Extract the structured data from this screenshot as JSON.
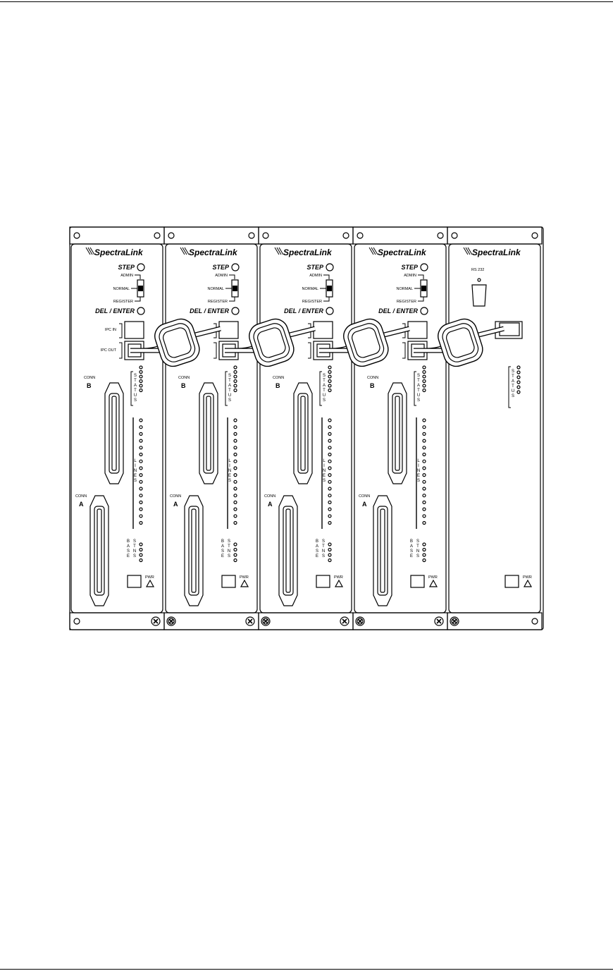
{
  "page": {
    "top_rule": true,
    "bottom_rule": true
  },
  "figure": {
    "brand": "SpectraLink",
    "step_label": "STEP",
    "mode_labels": [
      "ADMIN",
      "NORMAL",
      "REGISTER"
    ],
    "del_enter_label": "DEL / ENTER",
    "ipc_in_label": "IPC IN",
    "ipc_out_label": "IPC OUT",
    "conn_label": "CONN",
    "conn_b": "B",
    "conn_a": "A",
    "status_label": "STATUS",
    "lines_label": "LINES",
    "base_label": "BASE",
    "stns_label": "STNS",
    "pwr_label": "PWR",
    "rs232_label": "RS 232",
    "line_card_count": 4,
    "status_leds": 6,
    "line_leds": 16,
    "stn_leds": 4
  }
}
